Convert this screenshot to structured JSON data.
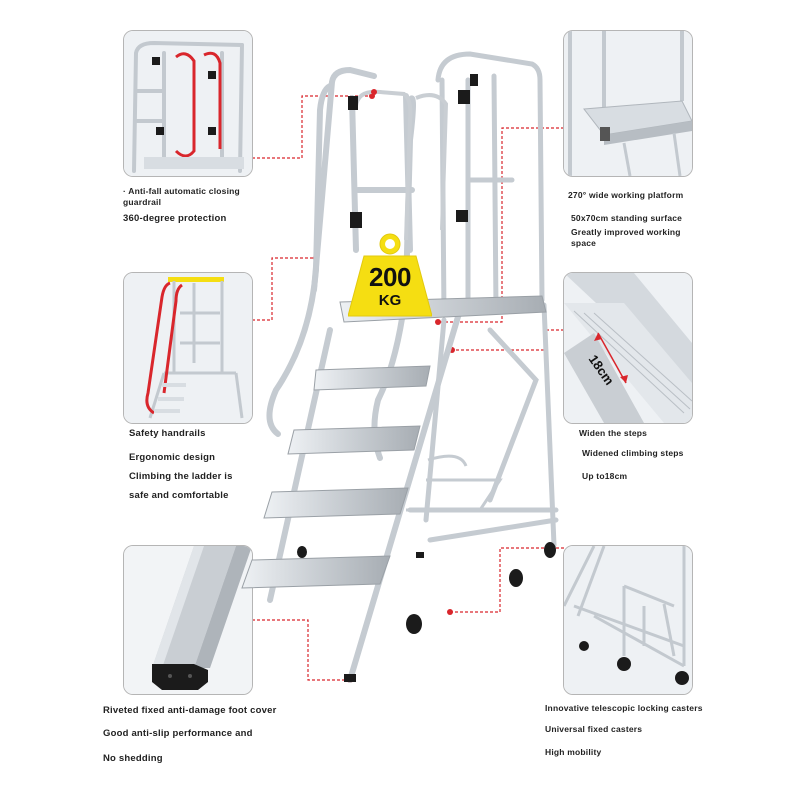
{
  "product": {
    "load_capacity_number": "200",
    "load_capacity_unit": "KG",
    "step_width_label": "18cm"
  },
  "features": {
    "guardrail": {
      "line1": "· Anti-fall automatic closing",
      "line2": "guardrail",
      "line3": "360-degree protection"
    },
    "handrails": {
      "line1": "Safety handrails",
      "line2": "Ergonomic design",
      "line3": "Climbing the ladder is",
      "line4": "safe and comfortable"
    },
    "foot_cover": {
      "line1": "Riveted fixed anti-damage foot cover",
      "line2": "Good anti-slip performance and",
      "line3": "No shedding"
    },
    "platform": {
      "line1": "270° wide working platform",
      "line2": "50x70cm standing surface",
      "line3": "Greatly improved working",
      "line4": "space"
    },
    "steps": {
      "line1": "Widen the steps",
      "line2": "Widened climbing steps",
      "line3": "Up to18cm"
    },
    "casters": {
      "line1": "Innovative telescopic locking casters",
      "line2": "Universal fixed casters",
      "line3": "High mobility"
    }
  },
  "colors": {
    "accent_red": "#d9262c",
    "badge_yellow": "#f5de12",
    "aluminum": "#c9ced3",
    "caster_black": "#1b1b1b"
  }
}
